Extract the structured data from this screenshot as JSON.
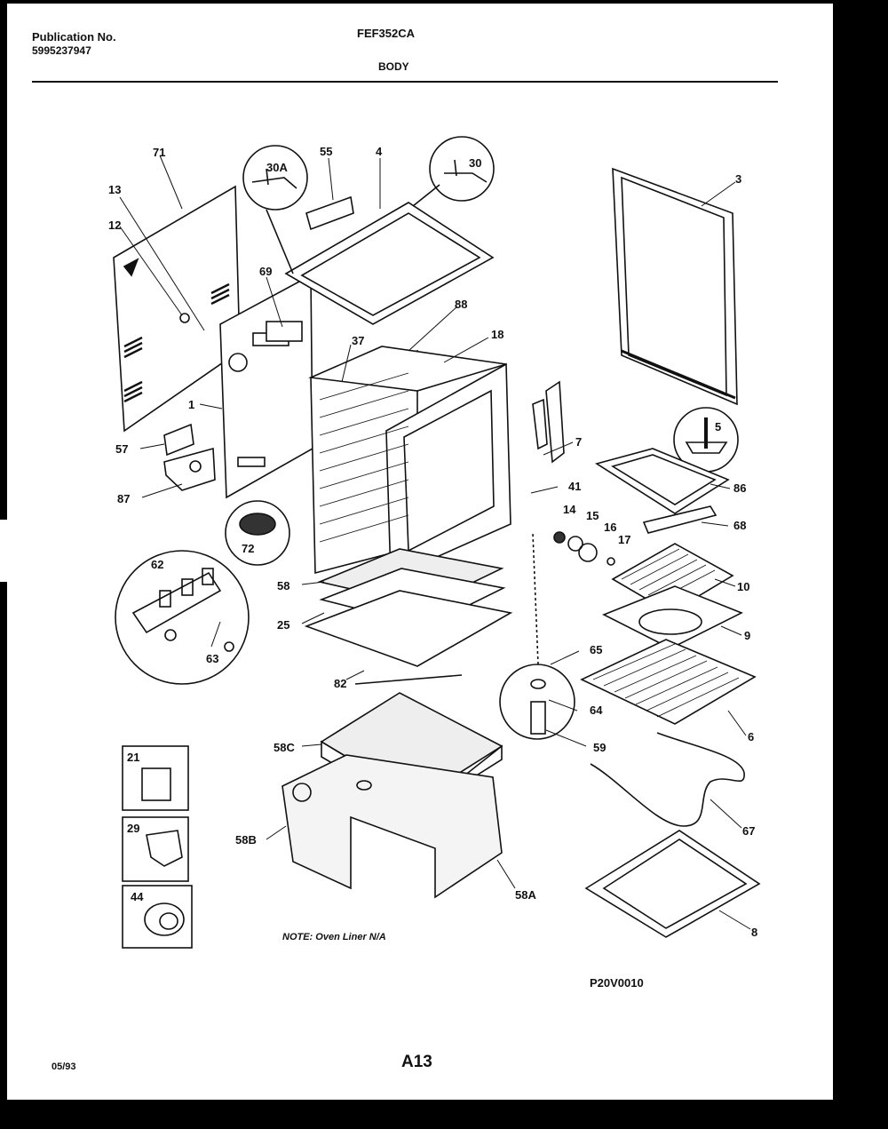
{
  "header": {
    "publication_label": "Publication No.",
    "publication_number": "5995237947",
    "model": "FEF352CA",
    "section": "BODY"
  },
  "callouts": [
    {
      "label": "71"
    },
    {
      "label": "13"
    },
    {
      "label": "12"
    },
    {
      "label": "30A"
    },
    {
      "label": "55"
    },
    {
      "label": "4"
    },
    {
      "label": "30"
    },
    {
      "label": "3"
    },
    {
      "label": "69"
    },
    {
      "label": "88"
    },
    {
      "label": "37"
    },
    {
      "label": "18"
    },
    {
      "label": "1"
    },
    {
      "label": "57"
    },
    {
      "label": "87"
    },
    {
      "label": "7"
    },
    {
      "label": "5"
    },
    {
      "label": "41"
    },
    {
      "label": "86"
    },
    {
      "label": "14"
    },
    {
      "label": "15"
    },
    {
      "label": "16"
    },
    {
      "label": "17"
    },
    {
      "label": "68"
    },
    {
      "label": "72"
    },
    {
      "label": "62"
    },
    {
      "label": "58"
    },
    {
      "label": "10"
    },
    {
      "label": "25"
    },
    {
      "label": "9"
    },
    {
      "label": "63"
    },
    {
      "label": "65"
    },
    {
      "label": "82"
    },
    {
      "label": "64"
    },
    {
      "label": "6"
    },
    {
      "label": "59"
    },
    {
      "label": "58C"
    },
    {
      "label": "21"
    },
    {
      "label": "67"
    },
    {
      "label": "58B"
    },
    {
      "label": "29"
    },
    {
      "label": "58A"
    },
    {
      "label": "8"
    },
    {
      "label": "44"
    }
  ],
  "note": "NOTE: Oven Liner N/A",
  "drawing_number": "P20V0010",
  "footer": {
    "date": "05/93",
    "page": "A13"
  }
}
